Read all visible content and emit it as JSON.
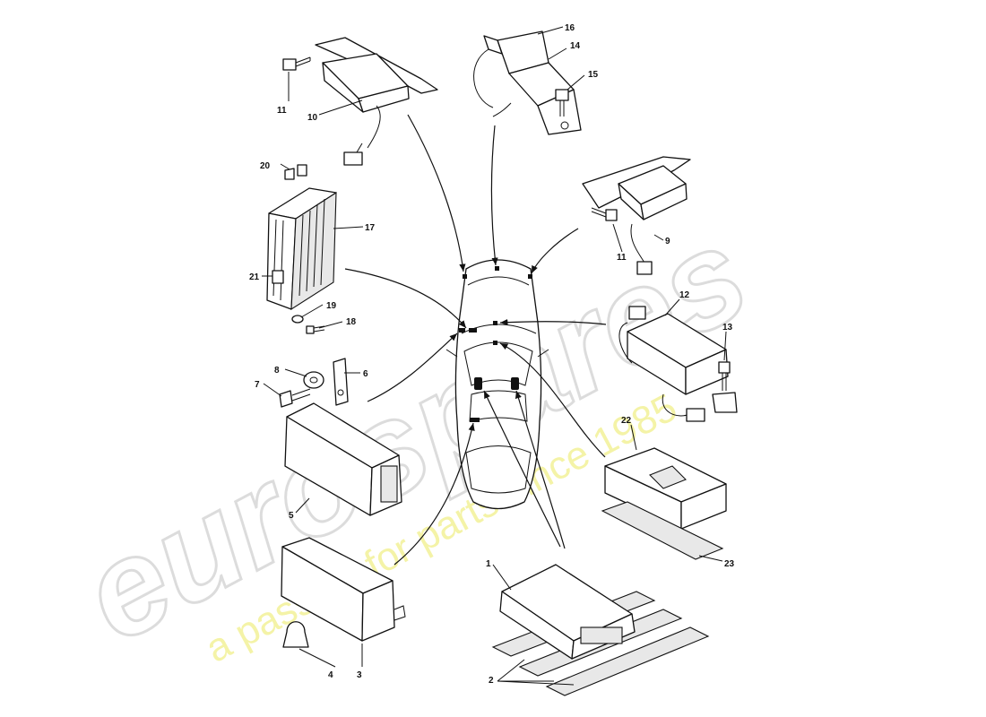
{
  "watermark": {
    "logo": "eurospares",
    "tagline": "a passion for parts since 1985"
  },
  "callouts": {
    "c1": "1",
    "c2": "2",
    "c3": "3",
    "c4": "4",
    "c5": "5",
    "c6": "6",
    "c7": "7",
    "c8": "8",
    "c9": "9",
    "c10": "10",
    "c11a": "11",
    "c11b": "11",
    "c12": "12",
    "c13": "13",
    "c14": "14",
    "c15": "15",
    "c16": "16",
    "c17": "17",
    "c18": "18",
    "c19": "19",
    "c20": "20",
    "c21": "21",
    "c22": "22",
    "c23": "23"
  }
}
